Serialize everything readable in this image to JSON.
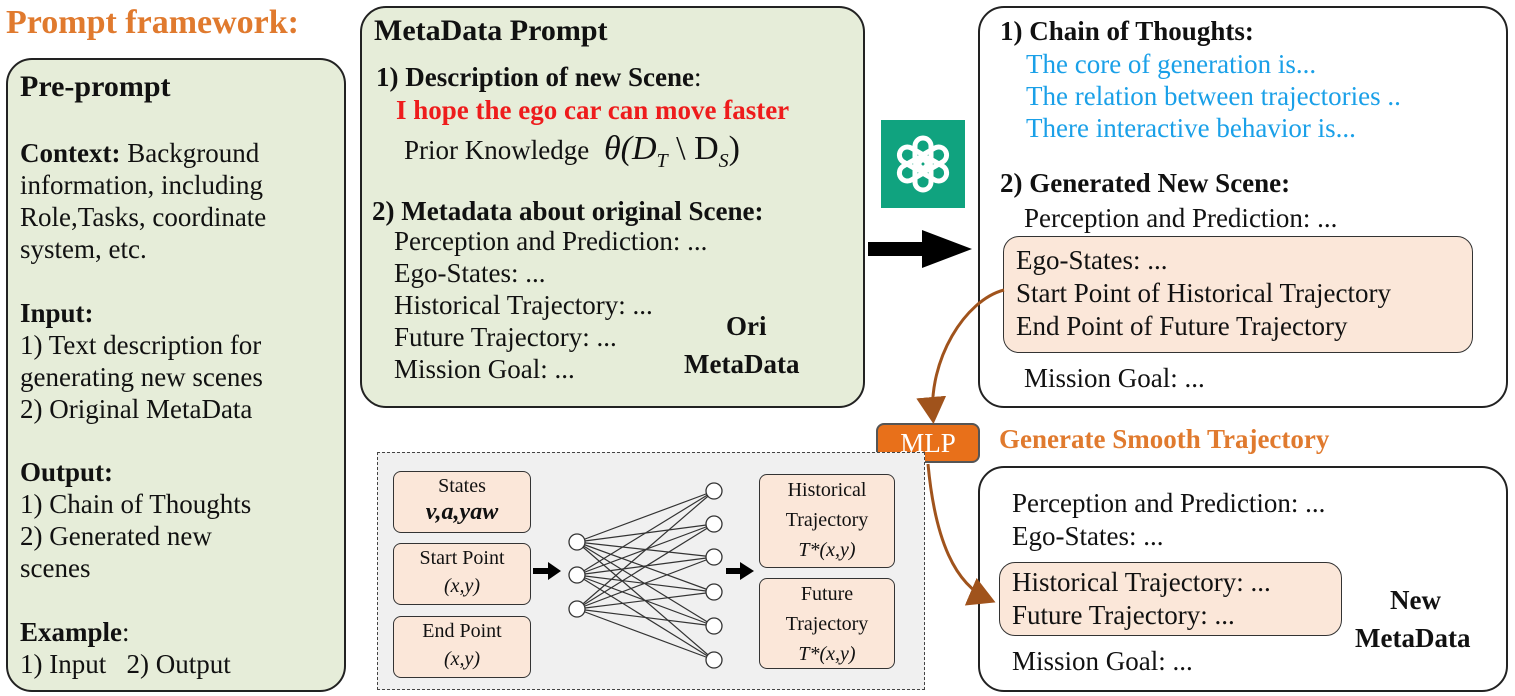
{
  "framework_title": "Prompt framework:",
  "pre_prompt": {
    "title": "Pre-prompt",
    "context_label": "Context:",
    "context_lines": [
      " Background",
      "information, including",
      "Role,Tasks, coordinate",
      "system, etc."
    ],
    "input_label": "Input:",
    "input_lines": [
      "1) Text description for",
      "generating new scenes",
      "2) Original MetaData"
    ],
    "output_label": "Output:",
    "output_lines": [
      "1) Chain of Thoughts",
      "2) Generated new",
      "scenes"
    ],
    "example_label": "Example",
    "example_colon": ":",
    "example_line": "1) Input   2) Output"
  },
  "metadata_prompt": {
    "title": "MetaData Prompt",
    "desc_heading": "1) Description of new Scene",
    "desc_colon": ":",
    "desc_text": "I hope the ego car can move faster",
    "prior_label": "Prior Knowledge",
    "prior_formula": "θ(D",
    "prior_sub_t": "T",
    "prior_mid": " \\ D",
    "prior_sub_s": "S",
    "prior_end": ")",
    "meta_heading": "2) Metadata about original Scene:",
    "meta_lines": [
      "Perception and Prediction: ...",
      "Ego-States: ...",
      "Historical Trajectory: ...",
      "Future Trajectory: ...",
      "Mission Goal: ..."
    ],
    "ori_label_1": "Ori",
    "ori_label_2": "MetaData"
  },
  "chain_box": {
    "heading": "1) Chain of Thoughts:",
    "thoughts": [
      "The core of generation is...",
      "The relation between trajectories ..",
      "There interactive behavior is..."
    ],
    "gen_heading": "2) Generated New Scene:",
    "perception": "Perception and Prediction: ...",
    "inner_lines": [
      "Ego-States: ...",
      "Start Point of Historical Trajectory",
      "End Point of Future Trajectory"
    ],
    "mission": "Mission Goal: ..."
  },
  "mlp": {
    "label": "MLP",
    "caption": "Generate Smooth Trajectory"
  },
  "nn": {
    "states_label": "States",
    "states_vars": "v,a,yaw",
    "start_label": "Start Point",
    "start_xy": "(x,y)",
    "end_label": "End Point",
    "end_xy": "(x,y)",
    "hist_lines": [
      "Historical",
      "Trajectory"
    ],
    "hist_formula": "T*(x,y)",
    "fut_lines": [
      "Future",
      "Trajectory"
    ],
    "fut_formula": "T*(x,y)"
  },
  "new_box": {
    "lines_top": [
      "Perception and Prediction: ...",
      "Ego-States: ..."
    ],
    "inner_lines": [
      "Historical Trajectory: ...",
      "Future Trajectory: ..."
    ],
    "mission": "Mission Goal: ...",
    "new_label_1": "New",
    "new_label_2": "MetaData"
  },
  "colors": {
    "orange": "#e07a2e",
    "mlp_fill": "#e8701a",
    "blue": "#1aa0e8",
    "red": "#ee1c1c",
    "green_panel": "#e6edd9",
    "peach": "#fbe7d9",
    "gpt_green": "#10a37f",
    "brown_arrow": "#a0531c"
  },
  "icons": [
    "openai-logo-icon",
    "right-arrow-icon",
    "curved-arrow-icon"
  ]
}
